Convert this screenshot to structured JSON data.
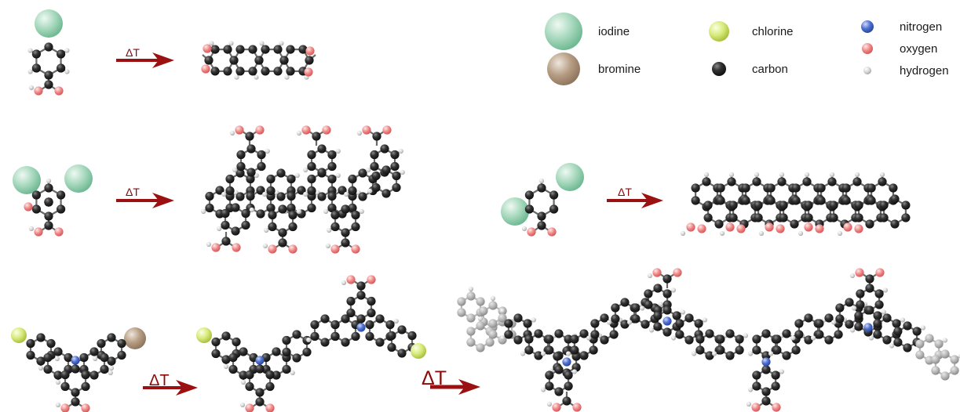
{
  "legend": {
    "iodine": "iodine",
    "bromine": "bromine",
    "chlorine": "chlorine",
    "carbon": "carbon",
    "nitrogen": "nitrogen",
    "oxygen": "oxygen",
    "hydrogen": "hydrogen"
  },
  "arrow_label": "ΔT",
  "colors": {
    "iodine": "#a7d8bd",
    "bromine": "#b59c82",
    "chlorine": "#d7ea7a",
    "carbon": "#2b2b2b",
    "nitrogen": "#4d6fd0",
    "oxygen": "#f08a8a",
    "hydrogen": "#d6d6d6",
    "arrow": "#9b1010"
  }
}
